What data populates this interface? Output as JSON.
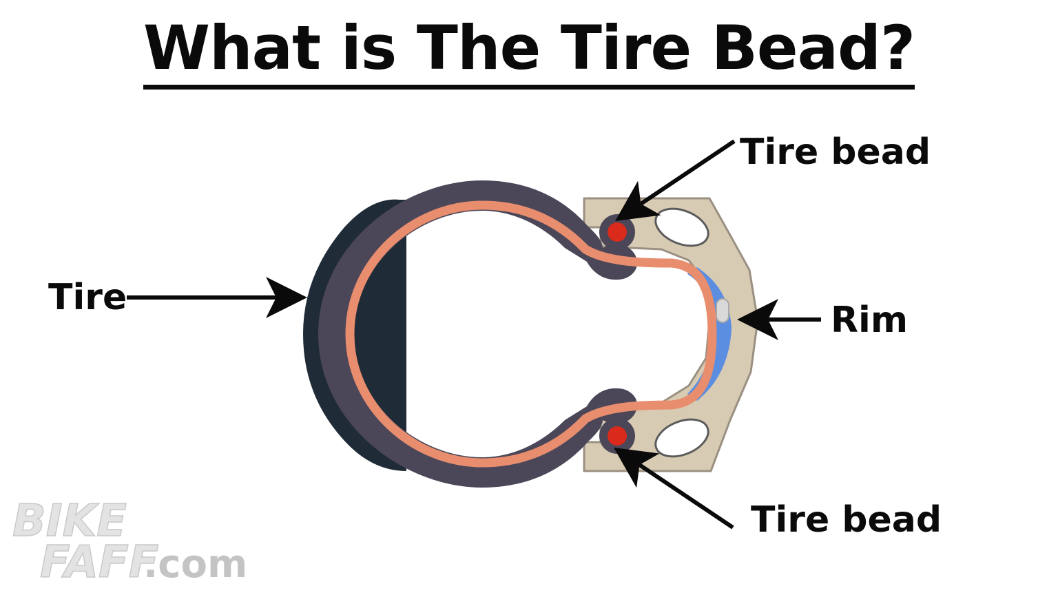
{
  "title": "What is The Tire Bead?",
  "labels": {
    "tire": "Tire",
    "tire_bead_top": "Tire bead",
    "rim": "Rim",
    "tire_bead_bottom": "Tire bead"
  },
  "watermark": {
    "line1": "BIKE",
    "line2": "FAFF",
    "suffix": ".com"
  },
  "colors": {
    "tread": "#1f2b36",
    "casing": "#4b4759",
    "inner_tube": "#e88d6d",
    "bead": "#d92a1b",
    "rim": "#d8cbb4",
    "rim_outline": "#9a9082",
    "rim_tape": "#5b8ee0",
    "arrows": "#0a0a0a"
  }
}
